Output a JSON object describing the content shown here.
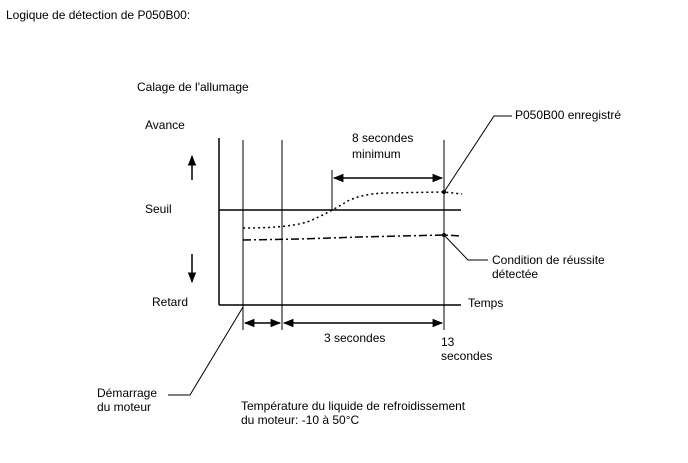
{
  "heading": "Logique de détection de P050B00:",
  "axis": {
    "y_title": "Calage de l'allumage",
    "x_title": "Temps",
    "y_levels": {
      "top": "Avance",
      "middle": "Seuil",
      "bottom": "Retard"
    }
  },
  "callouts": {
    "recorded": "P050B00 enregistré",
    "success_line1": "Condition de réussite",
    "success_line2": "détectée",
    "start_line1": "Démarrage",
    "start_line2": "du moteur"
  },
  "durations": {
    "eight_line1": "8 secondes",
    "eight_line2": "minimum",
    "three": "3 secondes",
    "thirteen_line1": "13",
    "thirteen_line2": "secondes"
  },
  "note": {
    "line1": "Température du liquide de refroidissement",
    "line2": "du moteur: -10 à 50°C"
  },
  "colors": {
    "ink": "#000000",
    "background": "#ffffff"
  }
}
